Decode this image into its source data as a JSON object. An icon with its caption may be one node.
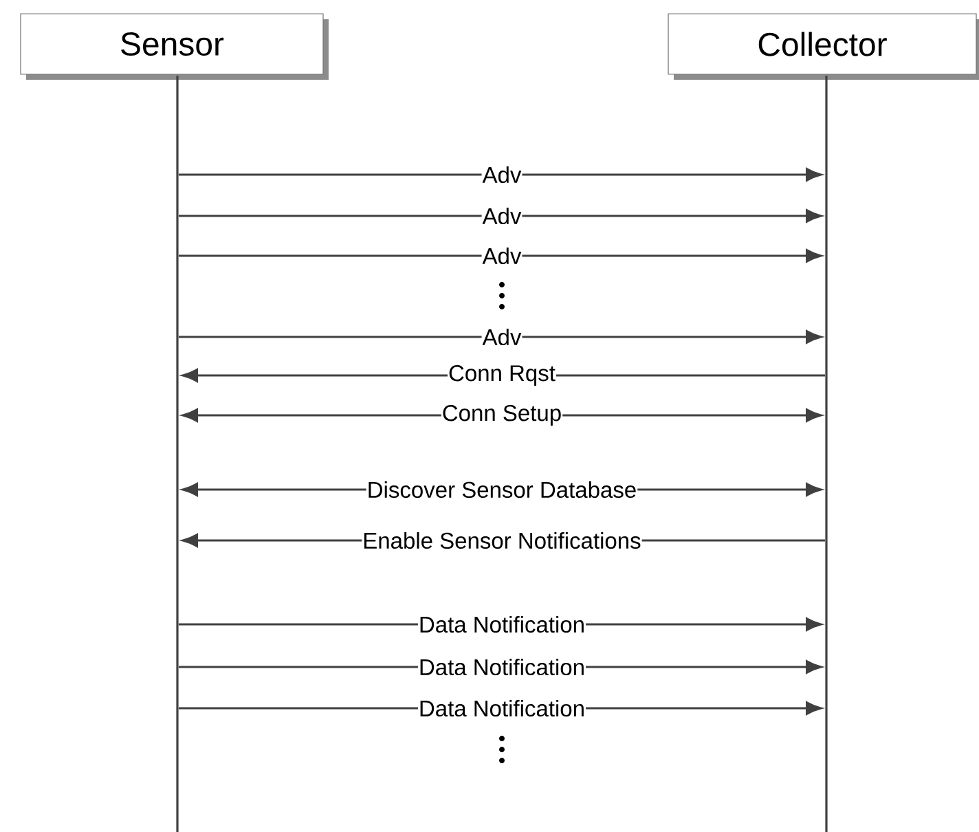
{
  "diagram": {
    "nodes": [
      {
        "text": [
          "Sensor"
        ]
      },
      {
        "text": [
          "Collector"
        ]
      },
      {
        "text": [],
        "shape": "bar"
      },
      {
        "text": [],
        "shape": "bar"
      }
    ],
    "edges": [
      {
        "from": 2,
        "to": 3,
        "arrow": "to",
        "label": "Adv"
      },
      {
        "from": 2,
        "to": 3,
        "arrow": "to",
        "label": "Adv"
      },
      {
        "from": 2,
        "to": 3,
        "arrow": "to",
        "label": "Adv"
      },
      {
        "from": 2,
        "to": 3,
        "arrow": "to",
        "label": "Adv"
      },
      {
        "from": 3,
        "to": 2,
        "arrow": "to",
        "label": "Conn Rqst"
      },
      {
        "from": 2,
        "to": 3,
        "arrow": "both",
        "label": "Conn Setup"
      },
      {
        "from": 2,
        "to": 3,
        "arrow": "both",
        "label": "Discover Sensor Database"
      },
      {
        "from": 3,
        "to": 2,
        "arrow": "to",
        "label": "Enable Sensor Notifications"
      },
      {
        "from": 2,
        "to": 3,
        "arrow": "to",
        "label": "Data Notification"
      },
      {
        "from": 2,
        "to": 3,
        "arrow": "to",
        "label": "Data Notification"
      },
      {
        "from": 2,
        "to": 3,
        "arrow": "to",
        "label": "Data Notification"
      }
    ]
  }
}
